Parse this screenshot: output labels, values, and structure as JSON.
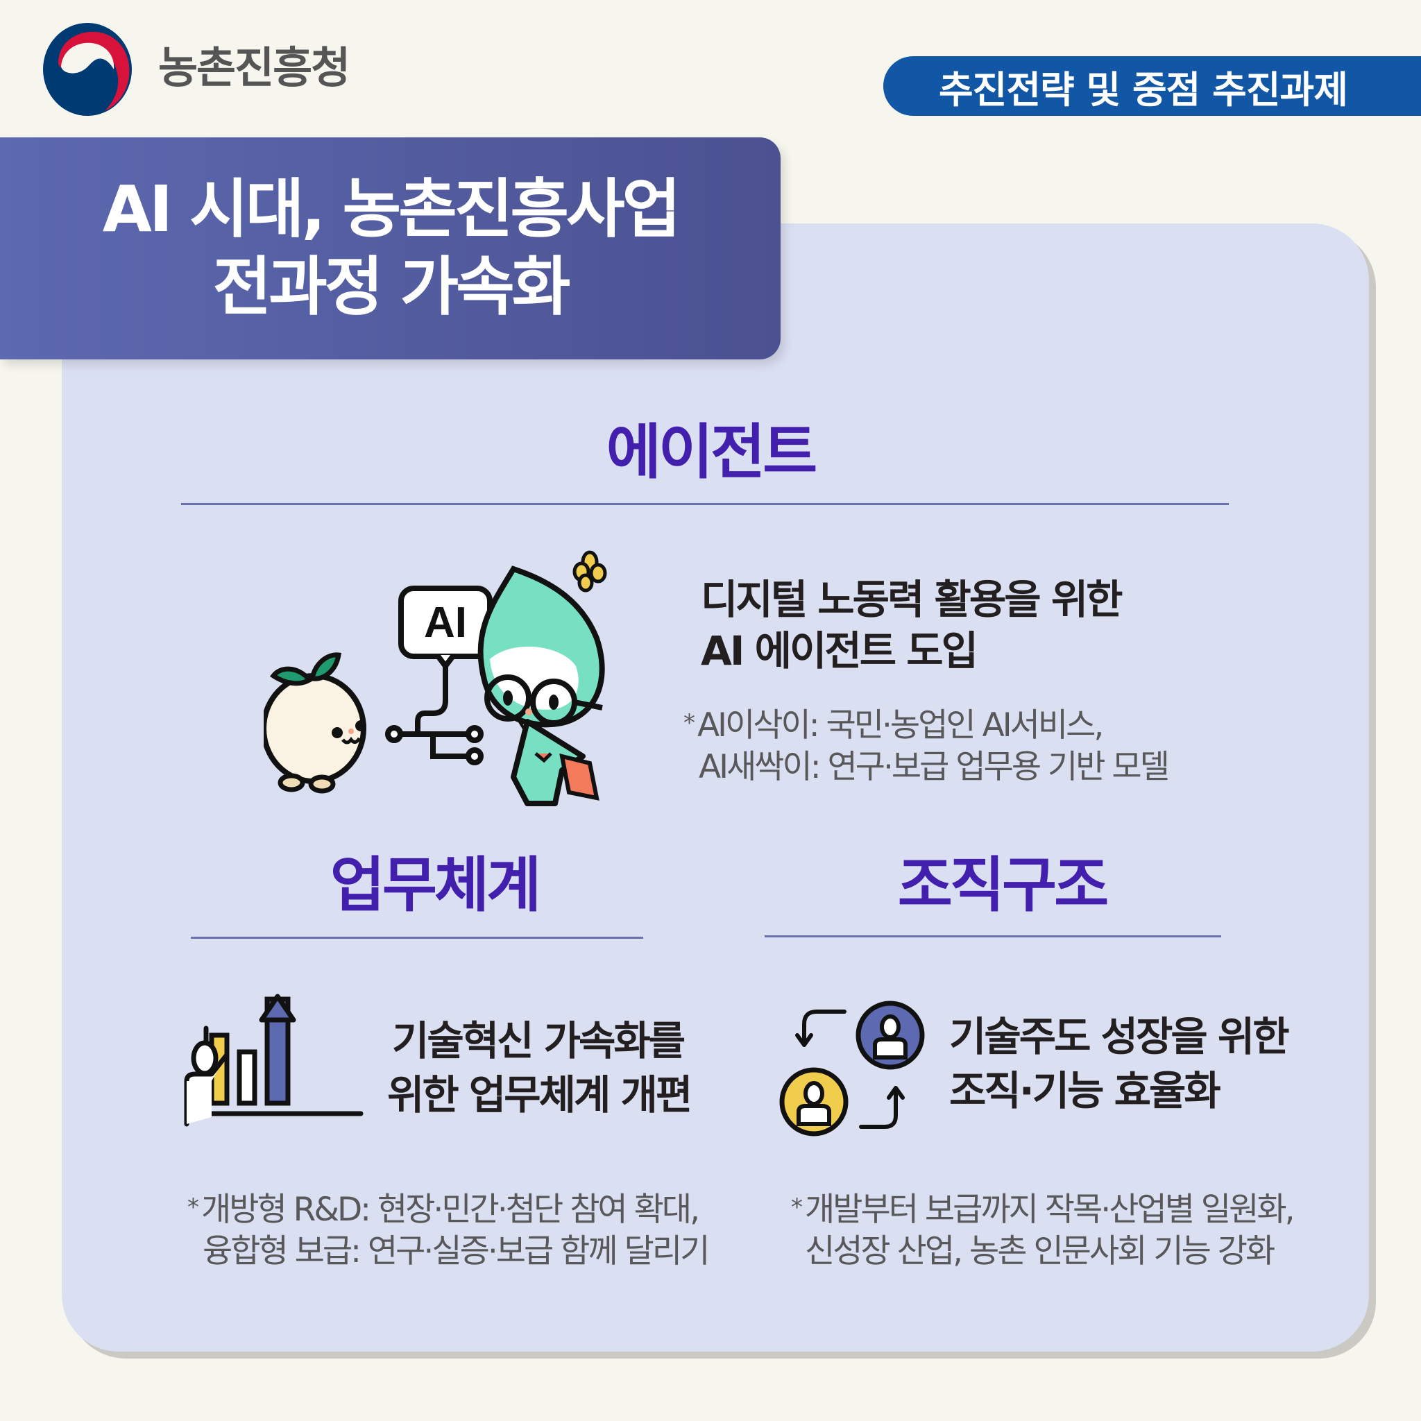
{
  "header": {
    "logo_icon": "taegeuk-emblem-icon",
    "org_name": "농촌진흥청",
    "category_label": "추진전략 및 중점 추진과제",
    "colors": {
      "emblem_blue": "#003a72",
      "emblem_red": "#d7133b",
      "pill_blue": "#1257a5"
    }
  },
  "title": {
    "line1": "AI 시대, 농촌진흥사업",
    "line2": "전과정 가속화",
    "banner_color": "#4f5a9f"
  },
  "sections": {
    "agent": {
      "heading": "에이전트",
      "illustration": "mascots-with-ai-speech-bubble",
      "main_line1": "디지털 노동력 활용을 위한",
      "main_line2": "AI 에이전트 도입",
      "note_star": "*",
      "note_line1": "AI이삭이: 국민·농업인 AI서비스,",
      "note_line2": "AI새싹이: 연구·보급 업무용 기반 모델",
      "ai_bubble_label": "AI"
    },
    "workflow": {
      "heading": "업무체계",
      "icon": "growth-chart-presenter-icon",
      "main_line1": "기술혁신 가속화를",
      "main_line2": "위한 업무체계 개편",
      "note_star": "*",
      "note_line1": "개방형 R&D: 현장·민간·첨단 참여 확대,",
      "note_line2": "융합형 보급: 연구·실증·보급 함께 달리기"
    },
    "organization": {
      "heading": "조직구조",
      "icon": "people-exchange-icon",
      "main_line1": "기술주도 성장을 위한",
      "main_line2": "조직·기능 효율화",
      "note_star": "*",
      "note_line1": "개발부터 보급까지 작목·산업별 일원화,",
      "note_line2": "신성장 산업, 농촌 인문사회 기능 강화"
    }
  },
  "colors": {
    "background": "#f6f6ee",
    "card": "#dbdff2",
    "heading": "#4220ad",
    "accent_yellow": "#f0cd4d",
    "accent_indigo": "#5d69b0"
  }
}
